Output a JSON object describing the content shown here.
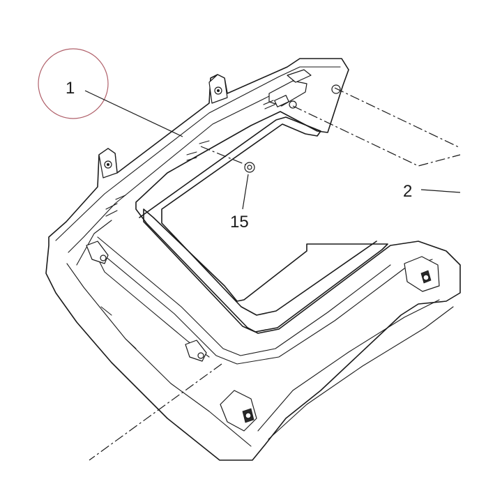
{
  "callouts": [
    {
      "id": "part-1",
      "label": "1"
    },
    {
      "id": "part-2",
      "label": "2"
    },
    {
      "id": "part-15",
      "label": "15"
    }
  ],
  "colors": {
    "line": "#1a1a1a",
    "background": "#ffffff",
    "highlight_circle": "#b0606a"
  },
  "highlighted_callout": "1"
}
